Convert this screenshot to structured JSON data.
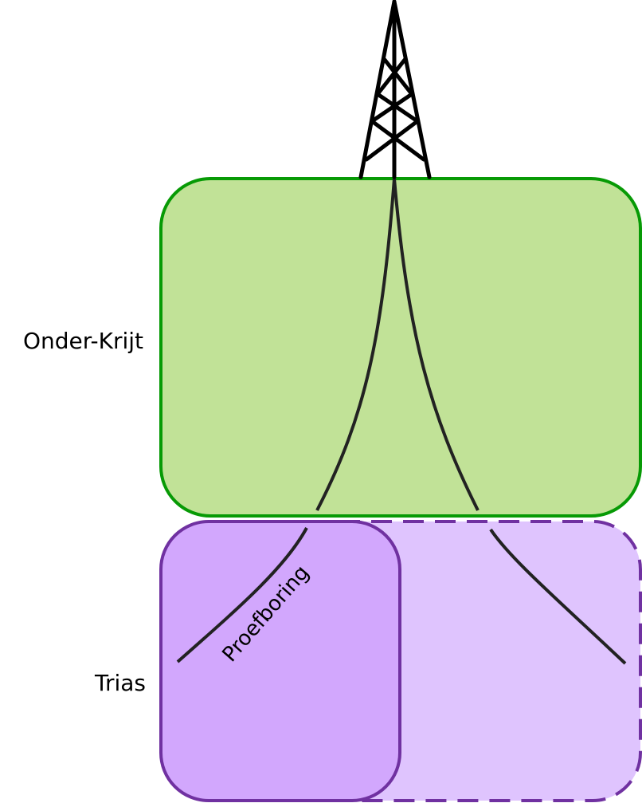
{
  "layers": [
    {
      "id": "onder-krijt",
      "label": "Onder-Krijt"
    },
    {
      "id": "trias",
      "label": "Trias"
    }
  ],
  "well": {
    "label": "Proefboring"
  },
  "colors": {
    "onder_krijt_fill": "#c1e297",
    "onder_krijt_stroke": "#079a05",
    "trias_prospect_fill": "#dfc4fe",
    "trias_prospect_stroke": "#7031a1",
    "trias_drilled_fill": "#d2a7fd",
    "trias_drilled_stroke": "#7031a1",
    "tower": "#000000",
    "well_path": "#222222"
  },
  "icons": [
    "drilling-tower-icon"
  ]
}
